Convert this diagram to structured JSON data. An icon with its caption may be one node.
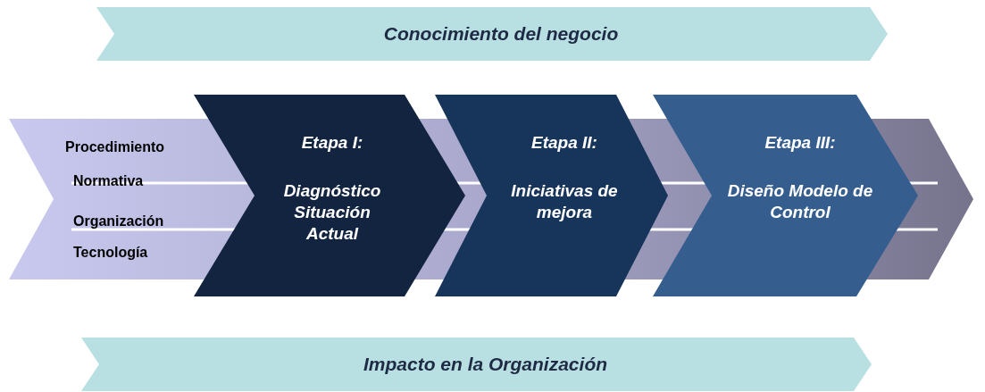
{
  "diagram": {
    "nodes": [
      {
        "text": [
          "Conocimiento del negocio"
        ]
      },
      {
        "text": [
          "Procedimiento",
          "Normativa",
          "Organización",
          "Tecnología"
        ]
      },
      {
        "text": [
          "Etapa I:",
          "Diagnóstico Situación Actual"
        ]
      },
      {
        "text": [
          "Etapa II:",
          "Iniciativas de mejora"
        ]
      },
      {
        "text": [
          "Etapa III:",
          "Diseño Modelo de Control"
        ]
      },
      {
        "text": [
          "Impacto en la Organización"
        ]
      }
    ]
  }
}
